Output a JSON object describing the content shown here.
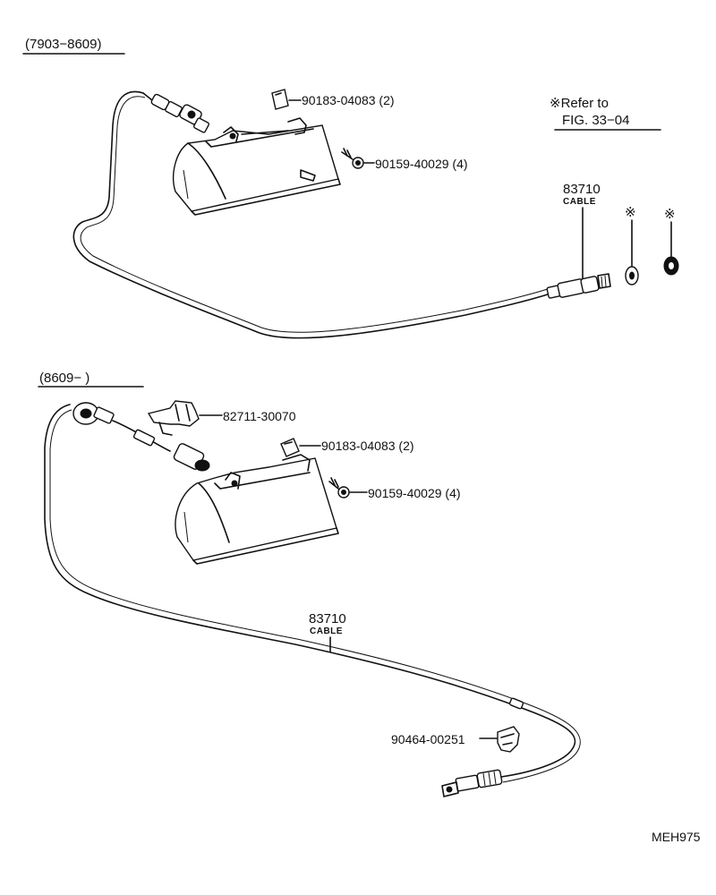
{
  "sections": [
    {
      "range": "(7903−8609)",
      "parts": [
        {
          "number": "90183-04083",
          "qty": "(2)"
        },
        {
          "number": "90159-40029",
          "qty": "(4)"
        },
        {
          "number": "83710",
          "name": "CABLE"
        }
      ],
      "note": {
        "mark": "※",
        "line1": "※Refer to",
        "line2": "FIG. 33−04"
      },
      "ref_marks": [
        "※",
        "※"
      ]
    },
    {
      "range": "(8609−          )",
      "parts": [
        {
          "number": "82711-30070"
        },
        {
          "number": "90183-04083",
          "qty": "(2)"
        },
        {
          "number": "90159-40029",
          "qty": "(4)"
        },
        {
          "number": "83710",
          "name": "CABLE"
        },
        {
          "number": "90464-00251"
        }
      ]
    }
  ],
  "figure_code": "MEH975"
}
